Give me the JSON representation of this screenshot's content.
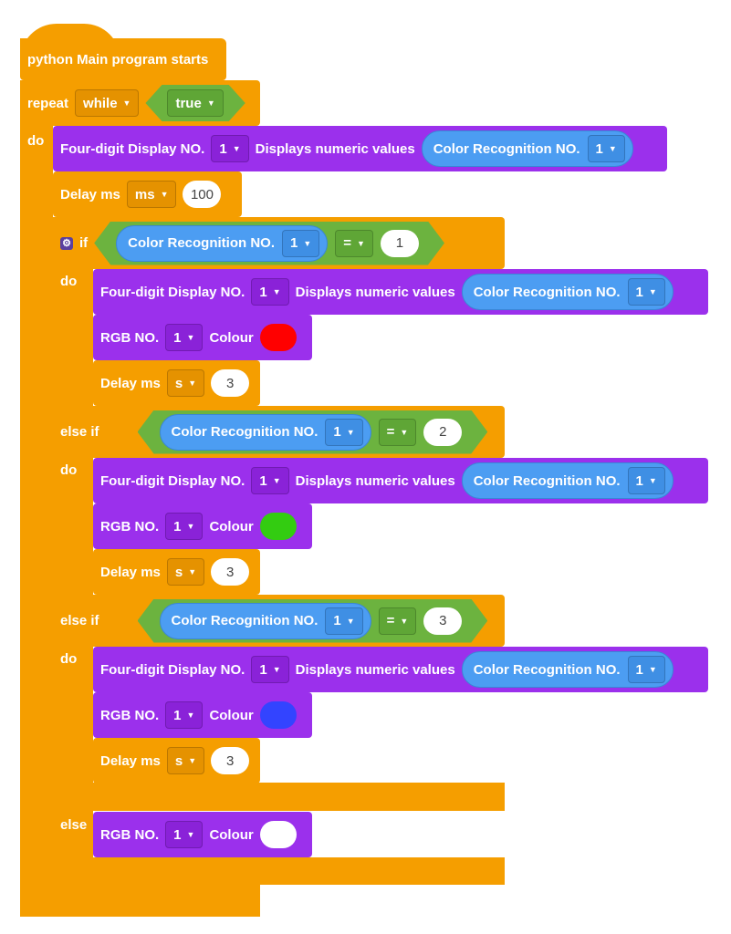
{
  "hat": {
    "label": "python Main program starts"
  },
  "repeat": {
    "label": "repeat",
    "mode": "while",
    "condition": "true",
    "do": "do"
  },
  "display": {
    "label": "Four-digit Display NO.",
    "no": "1",
    "action": "Displays numeric values"
  },
  "sensor": {
    "label": "Color Recognition NO.",
    "no": "1"
  },
  "delay_main": {
    "label": "Delay ms",
    "unit": "ms",
    "value": "100"
  },
  "branches": {
    "labels": [
      "if",
      "else if",
      "else if",
      "else"
    ],
    "do": "do",
    "op": "=",
    "values": [
      "1",
      "2",
      "3"
    ]
  },
  "rgb": {
    "label": "RGB NO.",
    "no": "1",
    "colour_label": "Colour",
    "colors": [
      "#FF0000",
      "#33CC11",
      "#3344FF",
      "#FFFFFF"
    ]
  },
  "delay_branch": {
    "label": "Delay ms",
    "unit": "s",
    "value": "3"
  },
  "colors": {
    "control": "#F59E00",
    "display": "#9B30EC",
    "sensor": "#4C9DF2",
    "logic": "#6CB33F"
  }
}
